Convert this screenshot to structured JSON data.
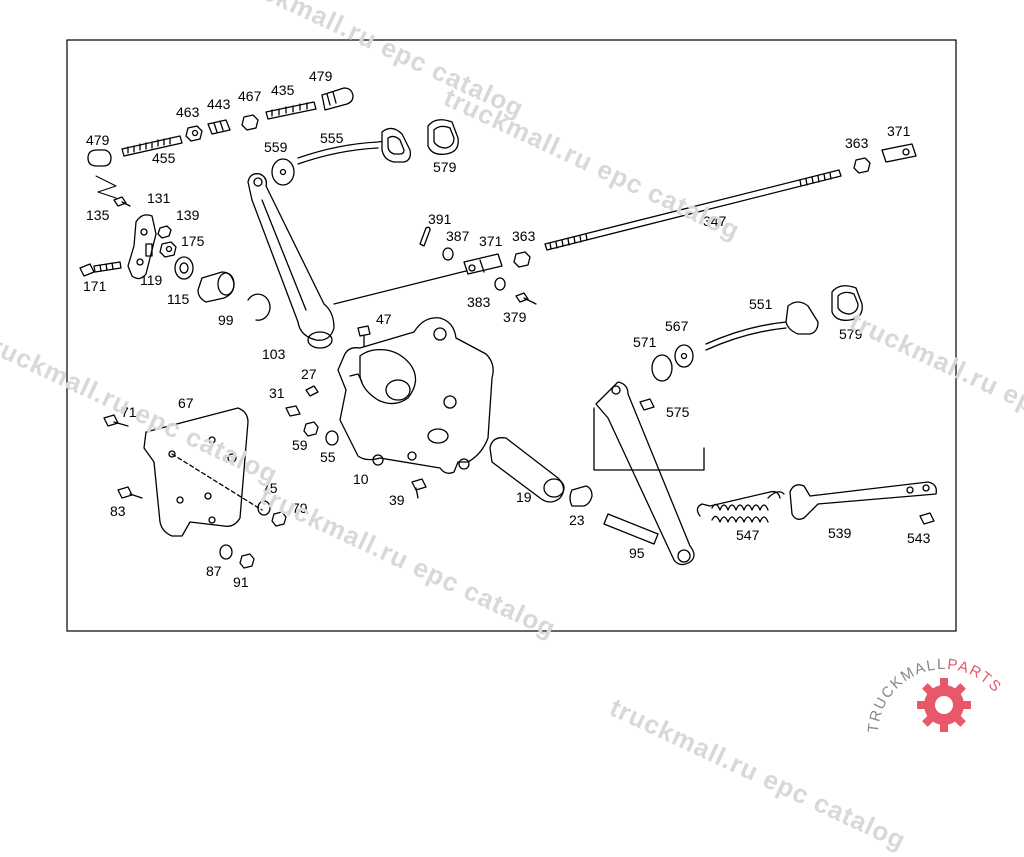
{
  "watermark": {
    "text": "truckmall.ru epc catalog",
    "color": "#d8d8d8"
  },
  "logo": {
    "text_part1": "TRUCKMALL",
    "text_part2": "PARTS",
    "color_dark": "#888888",
    "color_accent": "#e8586a",
    "icon": "gear-icon"
  },
  "diagram": {
    "frame_color": "#000000",
    "callouts": [
      "479",
      "463",
      "443",
      "467",
      "435",
      "479",
      "455",
      "555",
      "559",
      "579",
      "363",
      "371",
      "135",
      "131",
      "139",
      "175",
      "171",
      "119",
      "115",
      "99",
      "391",
      "387",
      "371",
      "363",
      "347",
      "383",
      "379",
      "103",
      "47",
      "27",
      "31",
      "59",
      "55",
      "10",
      "39",
      "19",
      "23",
      "95",
      "551",
      "579",
      "567",
      "571",
      "575",
      "547",
      "539",
      "543",
      "71",
      "67",
      "75",
      "79",
      "83",
      "87",
      "91"
    ]
  }
}
